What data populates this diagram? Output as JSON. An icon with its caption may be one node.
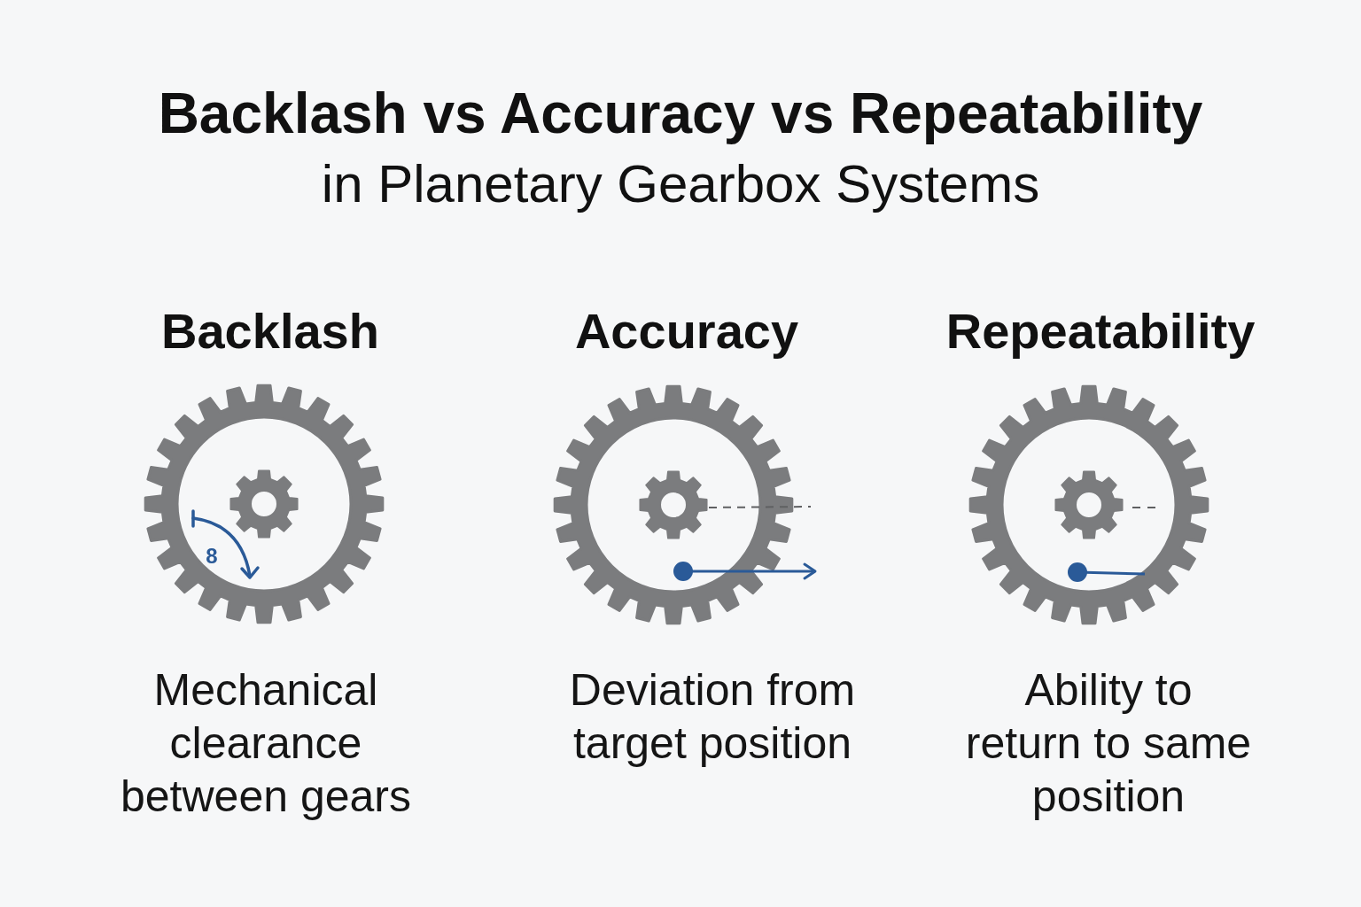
{
  "diagram": {
    "title": "**Backlash vs Accuracy vs Repeatability** in Planetary Gearbox Systems",
    "labels": [
      "Backlash",
      "Accuracy",
      "Repeatability",
      "8",
      "Mechanical clearance between gears",
      "Deviation from target position",
      "Ability to return to same position"
    ]
  }
}
